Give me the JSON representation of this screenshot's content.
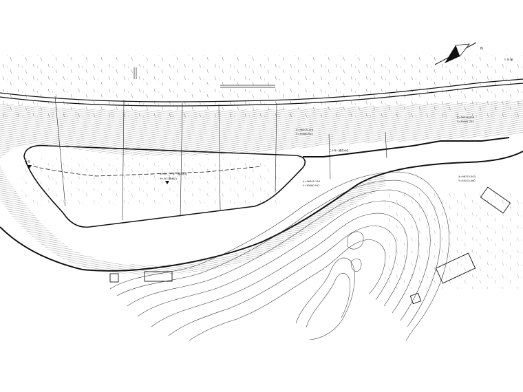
{
  "drawing": {
    "north_arrow_letter": "N",
    "place_label": "三 环 道",
    "spot_labels": [
      {
        "text": "水位",
        "anchor": "left"
      },
      {
        "text": "40.50 二十年一遇洪水位",
        "anchor": "center"
      },
      {
        "text": "39.00 (常水位)",
        "anchor": "center"
      },
      {
        "text": "X=96305.116",
        "anchor": "right"
      },
      {
        "text": "Y=39080.912",
        "anchor": "right"
      },
      {
        "text": "X=96305.116",
        "anchor": "left"
      },
      {
        "text": "Y=39080.912",
        "anchor": "left"
      },
      {
        "text": "二十年一遇洪水位",
        "anchor": "left"
      },
      {
        "text": "X=96356.438",
        "anchor": "left"
      },
      {
        "text": "Y=39087.792",
        "anchor": "left"
      },
      {
        "text": "X=96374.503",
        "anchor": "left"
      },
      {
        "text": "Y=39103.060",
        "anchor": "left"
      }
    ]
  },
  "colors": {
    "background": "#ffffff",
    "line": "#111111",
    "contour": "#333333"
  }
}
